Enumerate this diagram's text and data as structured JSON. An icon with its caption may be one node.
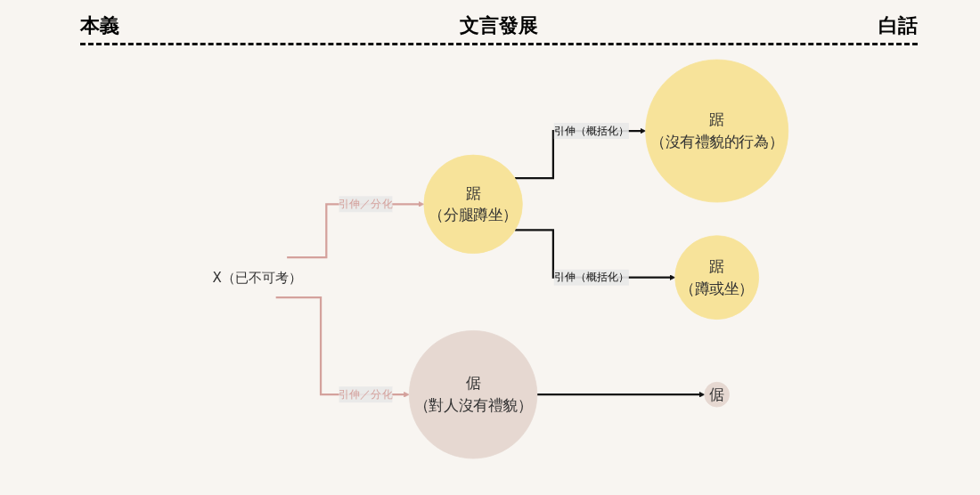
{
  "diagram": {
    "nodes": [
      {
        "text": [
          "X（已不可考）"
        ]
      },
      {
        "text": [
          "踞",
          "（分腿蹲坐）"
        ]
      },
      {
        "text": [
          "踞",
          "（沒有禮貌的行為）"
        ]
      },
      {
        "text": [
          "踞",
          "（蹲或坐）"
        ]
      },
      {
        "text": [
          "倨",
          "（對人沒有禮貌）"
        ]
      },
      {
        "text": [
          "倨"
        ]
      }
    ],
    "edges": [
      {
        "from": 0,
        "to": 1,
        "arrow": "to",
        "label": "引伸／分化",
        "color": "#d4a19c"
      },
      {
        "from": 1,
        "to": 2,
        "arrow": "to",
        "label": "引伸（概括化）"
      },
      {
        "from": 1,
        "to": 3,
        "arrow": "to",
        "label": "引伸（概括化）"
      },
      {
        "from": 0,
        "to": 4,
        "arrow": "to",
        "label": "引伸／分化",
        "color": "#d4a19c"
      },
      {
        "from": 4,
        "to": 5,
        "arrow": "to"
      }
    ],
    "labels": [
      "本義",
      "文言發展",
      "白話"
    ]
  }
}
